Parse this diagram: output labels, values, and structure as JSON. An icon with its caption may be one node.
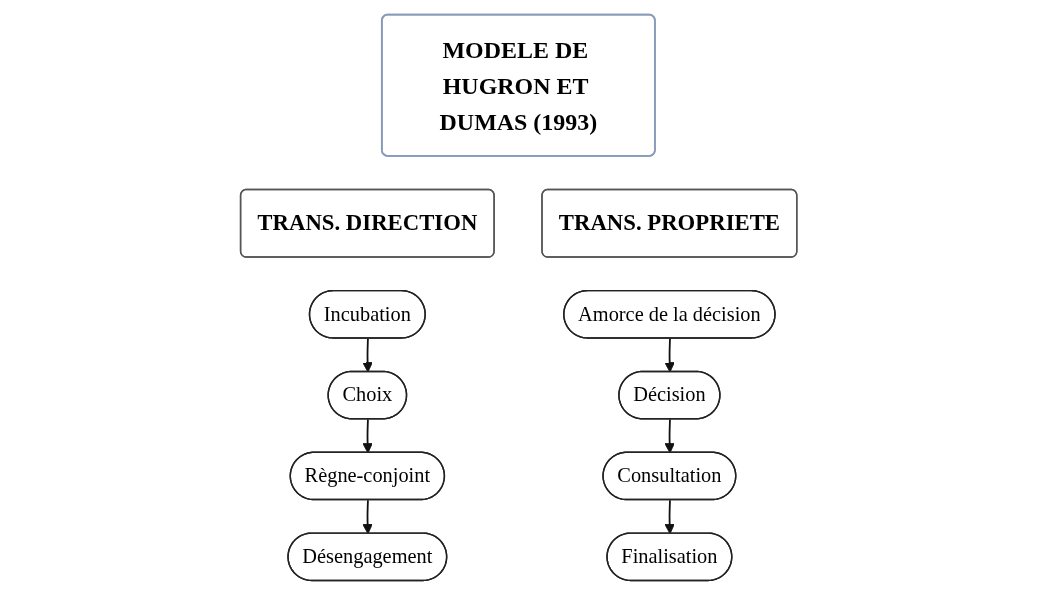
{
  "diagram": {
    "nodes": [
      {
        "text": [
          "MODELE DE HUGRON ET DUMAS (1993)"
        ]
      },
      {
        "text": [
          "TRANS. DIRECTION"
        ]
      },
      {
        "text": [
          "TRANS. PROPRIETE"
        ]
      },
      {
        "text": [
          "Incubation"
        ]
      },
      {
        "text": [
          "Choix"
        ]
      },
      {
        "text": [
          "Règne-conjoint"
        ]
      },
      {
        "text": [
          "Désengagement"
        ]
      },
      {
        "text": [
          "Amorce de la décision"
        ]
      },
      {
        "text": [
          "Décision"
        ]
      },
      {
        "text": [
          "Consultation"
        ]
      },
      {
        "text": [
          "Finalisation"
        ]
      }
    ],
    "edges": [
      {
        "from": 3,
        "to": 4,
        "arrow": "to"
      },
      {
        "from": 4,
        "to": 5,
        "arrow": "to"
      },
      {
        "from": 5,
        "to": 6,
        "arrow": "to"
      },
      {
        "from": 7,
        "to": 8,
        "arrow": "to"
      },
      {
        "from": 8,
        "to": 9,
        "arrow": "to"
      },
      {
        "from": 9,
        "to": 10,
        "arrow": "to"
      }
    ]
  }
}
